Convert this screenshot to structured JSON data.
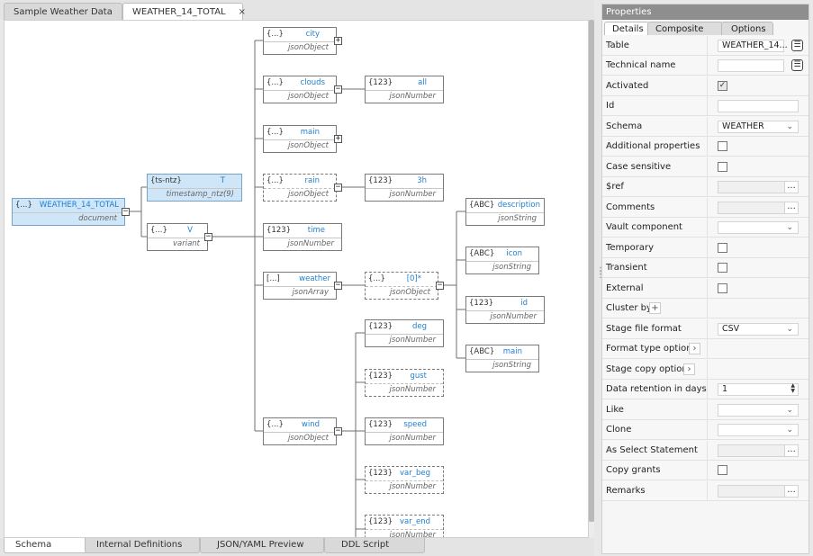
{
  "doc_tabs": [
    {
      "label": "Sample Weather Data"
    },
    {
      "label": "WEATHER_14_TOTAL",
      "close": "×"
    }
  ],
  "bottom_tabs": [
    "Schema",
    "Internal Definitions",
    "JSON/YAML Preview",
    "DDL Script"
  ],
  "diagram": {
    "root": {
      "type": "{...}",
      "name": "WEATHER_14_TOTAL",
      "sub": "document"
    },
    "T": {
      "type": "{ts-ntz}",
      "name": "T",
      "sub": "timestamp_ntz(9)"
    },
    "V": {
      "type": "{...}",
      "name": "V",
      "sub": "variant"
    },
    "city": {
      "type": "{...}",
      "name": "city",
      "sub": "jsonObject"
    },
    "clouds": {
      "type": "{...}",
      "name": "clouds",
      "sub": "jsonObject"
    },
    "all": {
      "type": "{123}",
      "name": "all",
      "sub": "jsonNumber"
    },
    "main_obj": {
      "type": "{...}",
      "name": "main",
      "sub": "jsonObject"
    },
    "rain": {
      "type": "{...}",
      "name": "rain",
      "sub": "jsonObject"
    },
    "h3": {
      "type": "{123}",
      "name": "3h",
      "sub": "jsonNumber"
    },
    "time": {
      "type": "{123}",
      "name": "time",
      "sub": "jsonNumber"
    },
    "weather": {
      "type": "[...]",
      "name": "weather",
      "sub": "jsonArray"
    },
    "item0": {
      "type": "{...}",
      "name": "[0]*",
      "sub": "jsonObject"
    },
    "description": {
      "type": "{ABC}",
      "name": "description",
      "sub": "jsonString"
    },
    "icon": {
      "type": "{ABC}",
      "name": "icon",
      "sub": "jsonString"
    },
    "id": {
      "type": "{123}",
      "name": "id",
      "sub": "jsonNumber"
    },
    "main_str": {
      "type": "{ABC}",
      "name": "main",
      "sub": "jsonString"
    },
    "wind": {
      "type": "{...}",
      "name": "wind",
      "sub": "jsonObject"
    },
    "deg": {
      "type": "{123}",
      "name": "deg",
      "sub": "jsonNumber"
    },
    "gust": {
      "type": "{123}",
      "name": "gust",
      "sub": "jsonNumber"
    },
    "speed": {
      "type": "{123}",
      "name": "speed",
      "sub": "jsonNumber"
    },
    "var_beg": {
      "type": "{123}",
      "name": "var_beg",
      "sub": "jsonNumber"
    },
    "var_end": {
      "type": "{123}",
      "name": "var_end",
      "sub": "jsonNumber"
    },
    "toggle_plus": "+",
    "toggle_minus": "−"
  },
  "properties": {
    "title": "Properties",
    "tabs": [
      "Details",
      "Composite keys",
      "Options"
    ],
    "rows": [
      {
        "label": "Table",
        "value": "WEATHER_14..."
      },
      {
        "label": "Technical name",
        "value": ""
      },
      {
        "label": "Activated",
        "checked": true
      },
      {
        "label": "Id",
        "value": ""
      },
      {
        "label": "Schema",
        "value": "WEATHER"
      },
      {
        "label": "Additional properties",
        "checked": false
      },
      {
        "label": "Case sensitive",
        "checked": false
      },
      {
        "label": "$ref",
        "value": ""
      },
      {
        "label": "Comments",
        "value": ""
      },
      {
        "label": "Vault component",
        "value": ""
      },
      {
        "label": "Temporary",
        "checked": false
      },
      {
        "label": "Transient",
        "checked": false
      },
      {
        "label": "External",
        "checked": false
      },
      {
        "label": "Cluster by"
      },
      {
        "label": "Stage file format",
        "value": "CSV"
      },
      {
        "label": "Format type options"
      },
      {
        "label": "Stage copy options"
      },
      {
        "label": "Data retention in days",
        "value": "1"
      },
      {
        "label": "Like",
        "value": ""
      },
      {
        "label": "Clone",
        "value": ""
      },
      {
        "label": "As Select Statement",
        "value": ""
      },
      {
        "label": "Copy grants",
        "checked": false
      },
      {
        "label": "Remarks",
        "value": ""
      }
    ],
    "glyphs": {
      "check": "✓",
      "chevron": "⌄",
      "dots": "...",
      "plus": "+",
      "arrow": "›",
      "equals": "☰",
      "spin": "▲▼"
    }
  }
}
